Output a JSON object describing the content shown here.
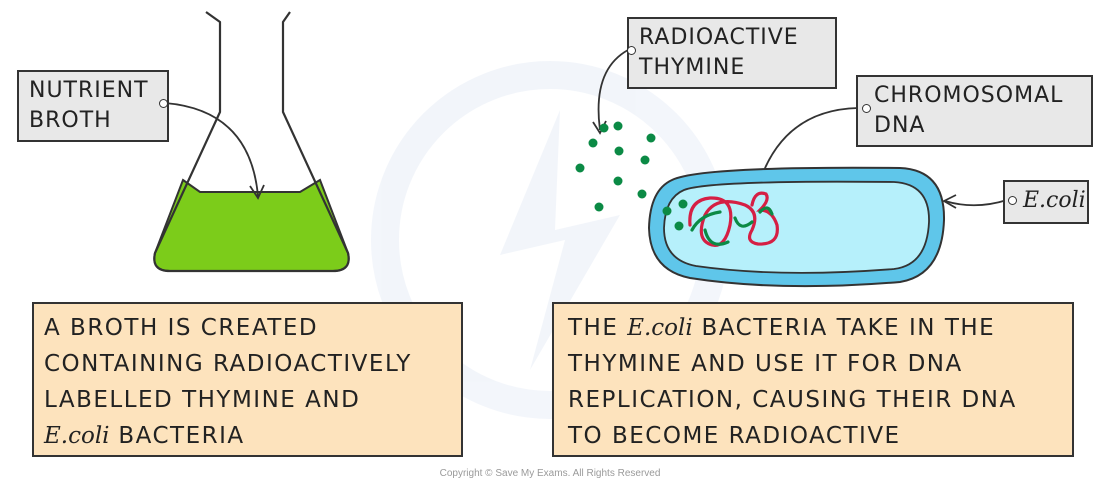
{
  "labels": {
    "nutrient_broth": [
      "NUTRIENT",
      "BROTH"
    ],
    "radioactive_thymine": [
      "RADIOACTIVE",
      "THYMINE"
    ],
    "chromosomal_dna": [
      "CHROMOSOMAL",
      "DNA"
    ],
    "ecoli": "E.coli"
  },
  "captions": {
    "left": {
      "line1": "A BROTH IS CREATED",
      "line2": "CONTAINING RADIOACTIVELY",
      "line3": "LABELLED THYMINE AND",
      "line4_script": "E.coli",
      "line4_text": " BACTERIA"
    },
    "right": {
      "line1_pre": "THE ",
      "line1_script": "E.coli",
      "line1_post": " BACTERIA TAKE IN THE",
      "line2": "THYMINE AND USE IT FOR DNA",
      "line3": "REPLICATION, CAUSING THEIR DNA",
      "line4": "TO BECOME RADIOACTIVE"
    }
  },
  "copyright": "Copyright © Save My Exams. All Rights Reserved",
  "colors": {
    "broth": "#7ccc1a",
    "cell_wall": "#5fc6ea",
    "cytoplasm": "#b6f0fb",
    "thymine_dots": "#0b8a45",
    "dna_red": "#d51f44",
    "dna_green": "#0b8a45",
    "tag_fill": "#e8e8e8",
    "caption_fill": "#fde3bd"
  }
}
